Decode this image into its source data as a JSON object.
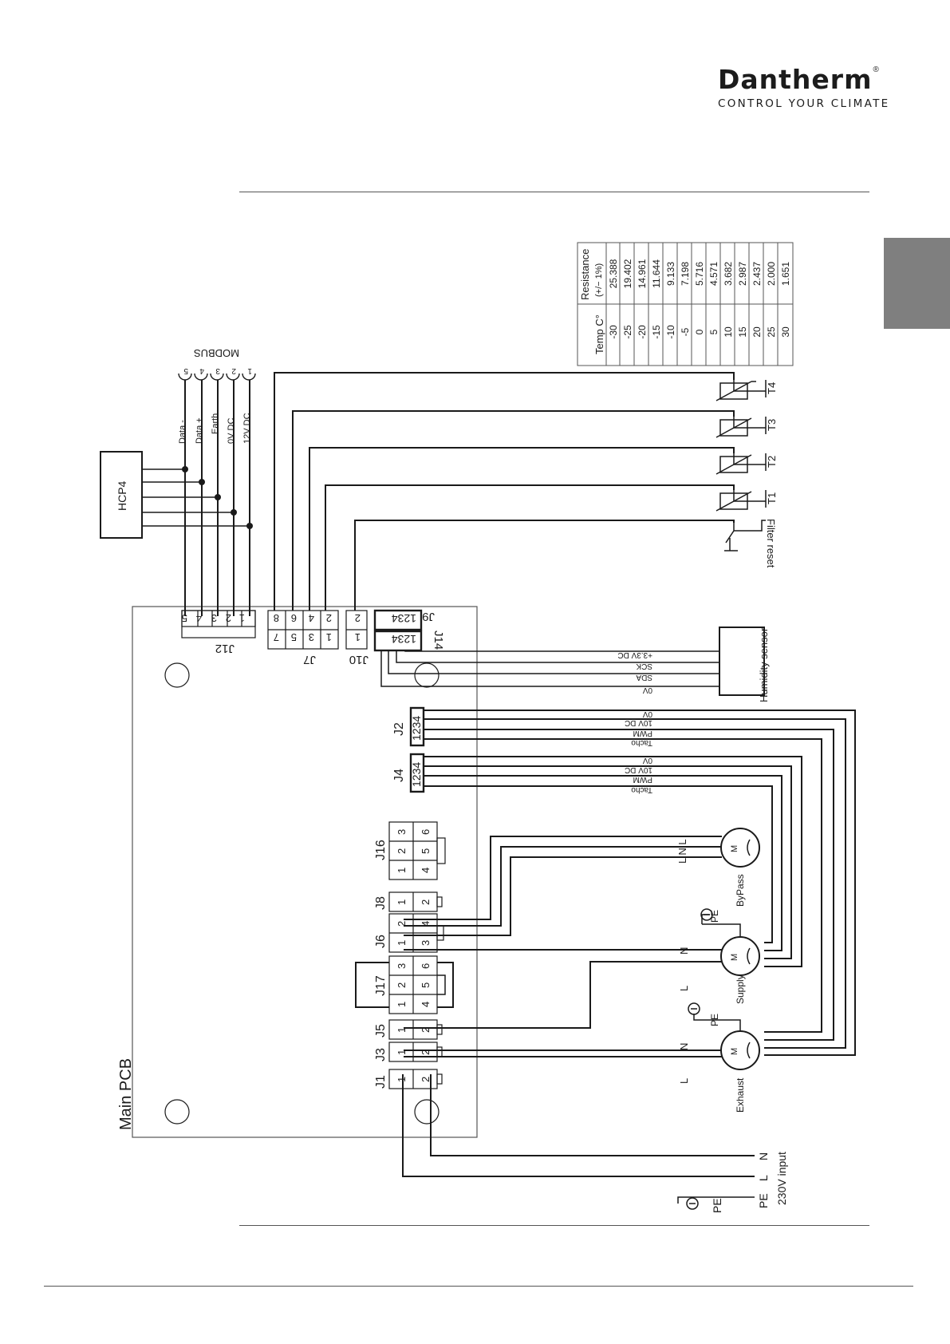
{
  "brand": {
    "name": "Dantherm",
    "registered": "®",
    "tagline": "CONTROL YOUR CLIMATE"
  },
  "diagram": {
    "pcb_label": "Main PCB",
    "hcp_label": "HCP4",
    "modbus": {
      "title": "MODBUS",
      "pins": [
        "1",
        "2",
        "3",
        "4",
        "5"
      ],
      "signals": [
        "Data -",
        "Data +",
        "Earth",
        "0V DC",
        "12V DC"
      ]
    },
    "connectors": {
      "j12": {
        "label": "J12",
        "pins": [
          "1",
          "2",
          "3",
          "4",
          "5"
        ]
      },
      "j7": {
        "label": "J7",
        "top": [
          "2",
          "4",
          "6",
          "8"
        ],
        "bottom": [
          "1",
          "3",
          "5",
          "7"
        ]
      },
      "j10": {
        "label": "J10",
        "pins": [
          "2",
          "1"
        ]
      },
      "j9": {
        "label": "J9",
        "pins": "1234"
      },
      "j14": {
        "label": "J14",
        "pins": "1234"
      },
      "j2": {
        "label": "J2",
        "pins": "1234"
      },
      "j4": {
        "label": "J4",
        "pins": "1234"
      },
      "j16": {
        "label": "J16",
        "top": [
          "3",
          "2",
          "1"
        ],
        "bottom": [
          "6",
          "5",
          "4"
        ]
      },
      "j8": {
        "label": "J8",
        "top": "1",
        "bottom": "2"
      },
      "j6": {
        "label": "J6",
        "top": [
          "2",
          "1"
        ],
        "bottom": [
          "4",
          "3"
        ]
      },
      "j17": {
        "label": "J17",
        "top": [
          "3",
          "2",
          "1"
        ],
        "bottom": [
          "6",
          "5",
          "4"
        ]
      },
      "j5": {
        "label": "J5",
        "top": "1",
        "bottom": "2"
      },
      "j3": {
        "label": "J3",
        "top": "1",
        "bottom": "2"
      },
      "j1": {
        "label": "J1",
        "top": "1",
        "bottom": "2"
      }
    },
    "humidity_sensor": {
      "label": "Humidity sensor",
      "signals": [
        "+3.3V DC",
        "SCK",
        "SDA",
        "0V"
      ]
    },
    "fan_signals": [
      "0V",
      "10V DC",
      "PWM",
      "Tacho"
    ],
    "sensors": [
      "T4",
      "T3",
      "T2",
      "T1"
    ],
    "filter_reset": "Filter reset",
    "motors": {
      "bypass": {
        "label": "ByPass",
        "terminals": "L N L",
        "symbol": "M"
      },
      "supply": {
        "label": "Supply",
        "terminals": [
          "N",
          "L"
        ],
        "pe": "PE",
        "symbol": "M"
      },
      "exhaust": {
        "label": "Exhaust",
        "terminals": [
          "N",
          "L"
        ],
        "pe": "PE",
        "symbol": "M"
      }
    },
    "power": {
      "input_label": "230V input",
      "terminals": [
        "PE",
        "L",
        "N"
      ],
      "pe": "PE"
    }
  },
  "resistance_table": {
    "header_temp": "Temp C°",
    "header_res": "Resistance",
    "header_tol": "(+/− 1%)",
    "rows": [
      [
        "-30",
        "25.388"
      ],
      [
        "-25",
        "19.402"
      ],
      [
        "-20",
        "14.961"
      ],
      [
        "-15",
        "11.644"
      ],
      [
        "-10",
        "9.133"
      ],
      [
        "-5",
        "7.198"
      ],
      [
        "0",
        "5.716"
      ],
      [
        "5",
        "4.571"
      ],
      [
        "10",
        "3.682"
      ],
      [
        "15",
        "2.987"
      ],
      [
        "20",
        "2.437"
      ],
      [
        "25",
        "2.000"
      ],
      [
        "30",
        "1.651"
      ]
    ]
  }
}
